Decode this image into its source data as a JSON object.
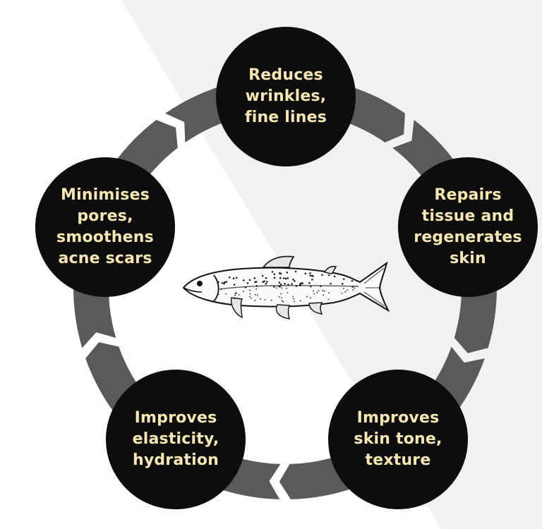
{
  "diagram": {
    "center_icon": "trout-fish-illustration",
    "colors": {
      "node_fill": "#0d0d0d",
      "node_text": "#f6e7b2",
      "ring_segment": "#5b5a5b",
      "background_panel": "#f1f1f1"
    },
    "nodes": [
      {
        "label": "Reduces\nwrinkles,\nfine lines"
      },
      {
        "label": "Repairs\ntissue and\nregenerates\nskin"
      },
      {
        "label": "Improves\nskin tone,\ntexture"
      },
      {
        "label": "Improves\nelasticity,\nhydration"
      },
      {
        "label": "Minimises\npores,\nsmoothens\nacne scars"
      }
    ]
  }
}
